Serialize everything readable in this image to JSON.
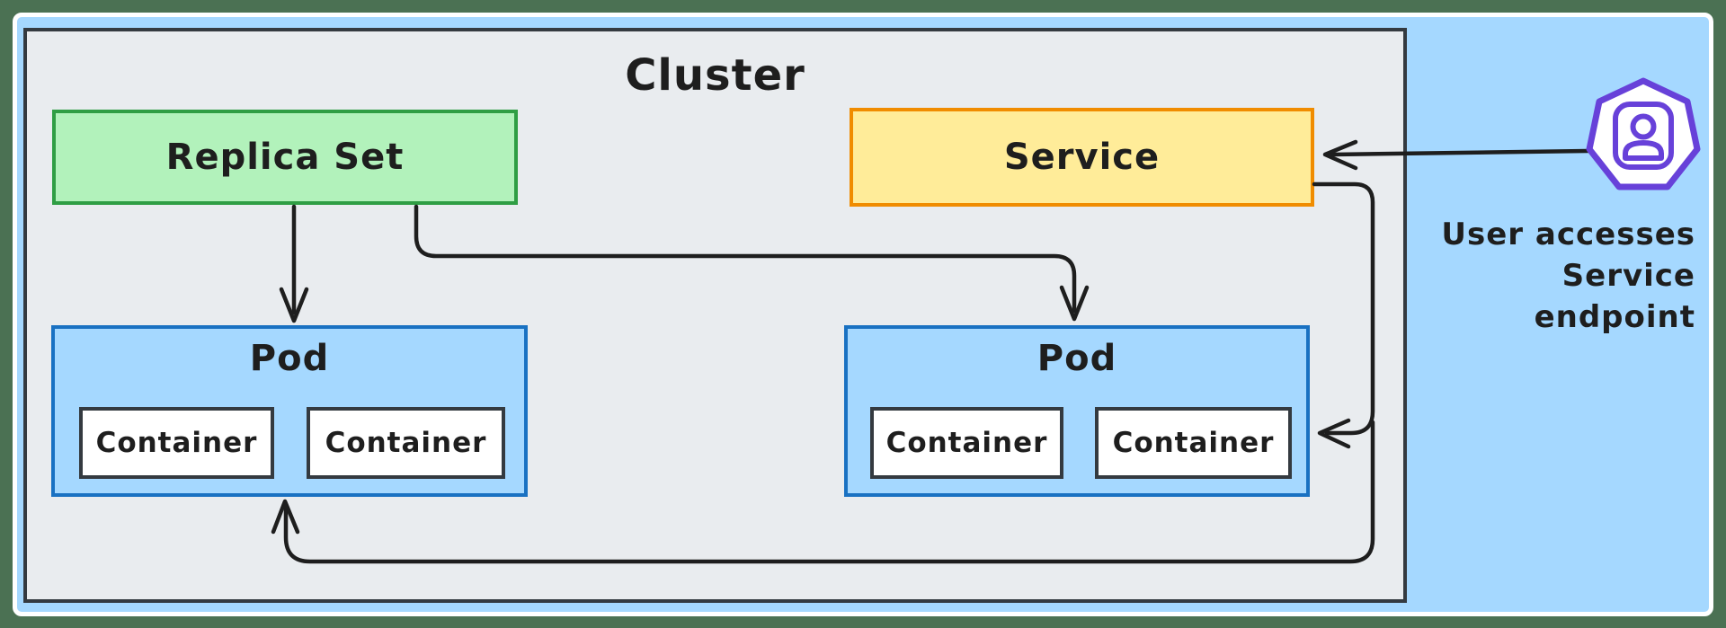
{
  "diagram": {
    "kind": "kubernetes-architecture",
    "cluster": {
      "title": "Cluster"
    },
    "nodes": {
      "replica_set": {
        "label": "Replica Set"
      },
      "service": {
        "label": "Service"
      },
      "pod_left": {
        "label": "Pod",
        "containers": [
          "Container",
          "Container"
        ]
      },
      "pod_right": {
        "label": "Pod",
        "containers": [
          "Container",
          "Container"
        ]
      }
    },
    "user_note": {
      "lines": [
        "User accesses",
        "Service",
        "endpoint"
      ]
    },
    "edges": [
      {
        "id": "replicaset-to-pod-left",
        "from": "Replica Set",
        "to": "Pod (left)"
      },
      {
        "id": "replicaset-to-pod-right",
        "from": "Replica Set",
        "to": "Pod (right)"
      },
      {
        "id": "user-to-service",
        "from": "User",
        "to": "Service"
      },
      {
        "id": "service-to-pod-right",
        "from": "Service",
        "to": "Pod (right)"
      },
      {
        "id": "service-to-pod-left",
        "from": "Service",
        "to": "Pod (left)"
      }
    ],
    "icons": {
      "user": "user-icon"
    }
  },
  "colors": {
    "frame_green": "#4b7153",
    "canvas_blue": "#a5d8ff",
    "cluster_fill": "#e9ecef",
    "cluster_border": "#343a40",
    "rs_fill": "#b2f2bb",
    "rs_border": "#2f9e44",
    "svc_fill": "#ffec99",
    "svc_border": "#f08c00",
    "pod_fill": "#a5d8ff",
    "pod_border": "#1971c2",
    "container_fill": "#ffffff",
    "container_border": "#343a40",
    "arrow": "#1e1e1e",
    "purple": "#6741d9",
    "text": "#1e1e1e"
  }
}
